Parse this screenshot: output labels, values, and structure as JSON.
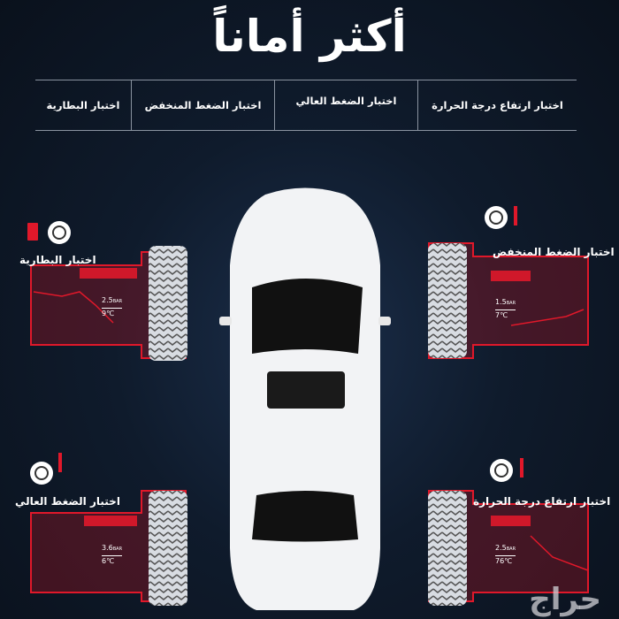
{
  "title": "أكثر أماناً",
  "header_tabs": [
    "اختبار البطارية",
    "اختبار الضغط المنخفض",
    "اختبار الضغط العالي",
    "اختبار ارتفاع درجة الحرارة"
  ],
  "panels": [
    {
      "label": "اختبار البطارية",
      "pressure": "2.5",
      "unit": "BAR",
      "temp": "9℃",
      "icon": "battery-icon"
    },
    {
      "label": "اختبار الضغط المنخفض",
      "pressure": "1.5",
      "unit": "BAR",
      "temp": "7℃",
      "icon": "thermometer-icon"
    },
    {
      "label": "اختبار الضغط العالي",
      "pressure": "3.6",
      "unit": "BAR",
      "temp": "6℃",
      "icon": "thermometer-icon"
    },
    {
      "label": "اختبار ارتفاع درجة الحرارة",
      "pressure": "2.5",
      "unit": "BAR",
      "temp": "76℃",
      "icon": "thermometer-icon"
    }
  ],
  "watermark": "حراج",
  "colors": {
    "accent": "#e0182a",
    "background": "#0f1b2c"
  }
}
